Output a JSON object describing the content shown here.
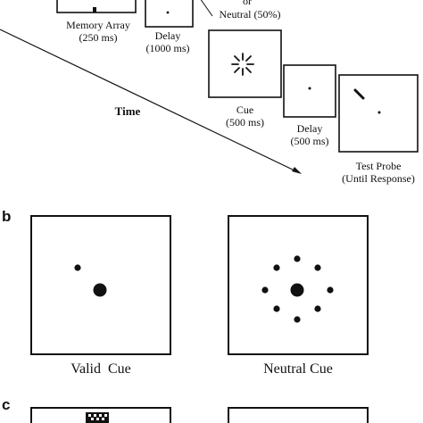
{
  "panel_a": {
    "time_label": "Time",
    "frames": {
      "memory_array": {
        "name": "Memory Array",
        "duration": "(250 ms)"
      },
      "delay_1": {
        "name": "Delay",
        "duration": "(1000 ms)"
      },
      "cue": {
        "name": "Cue",
        "duration": "(500 ms)"
      },
      "delay_2": {
        "name": "Delay",
        "duration": "(500 ms)"
      },
      "test_probe": {
        "name": "Test Probe",
        "duration": "(Until Response)"
      }
    },
    "cue_types": {
      "partial_top": "or",
      "neutral": "Neutral (50%)"
    }
  },
  "panel_b": {
    "letter": "b",
    "valid_cue_label": "Valid  Cue",
    "neutral_cue_label": "Neutral Cue"
  },
  "panel_c": {
    "letter": "c"
  },
  "colors": {
    "ink": "#111111",
    "background": "#ffffff"
  }
}
